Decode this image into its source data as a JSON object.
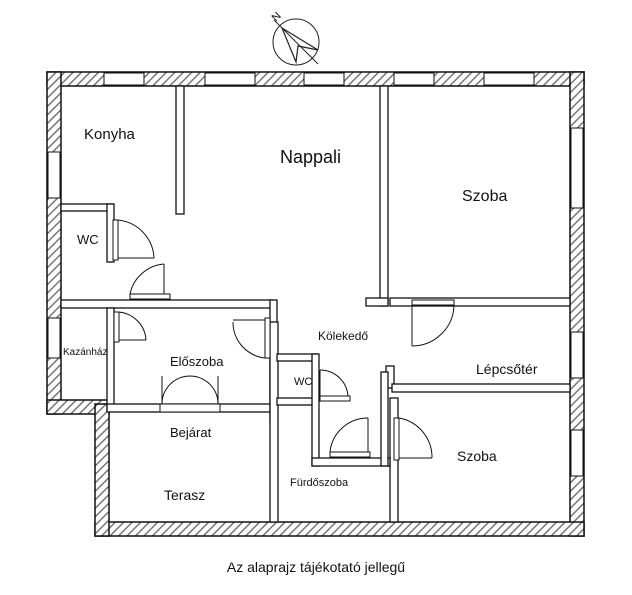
{
  "floor_plan": {
    "rooms": {
      "konyha": "Konyha",
      "nappali": "Nappali",
      "szoba_1": "Szoba",
      "wc_1": "WC",
      "kazanhaz": "Kazánház",
      "eloszoba": "Előszoba",
      "kolekedo": "Kölekedő",
      "wc_2": "WC",
      "lepcsoter": "Lépcsőtér",
      "bejarat": "Bejárat",
      "szoba_2": "Szoba",
      "terasz": "Terasz",
      "furdoszoba": "Fürdőszoba"
    },
    "north_arrow_icon": "north-arrow-icon",
    "colors": {
      "wall_hatch": "#777777",
      "line": "#111111",
      "background": "#ffffff"
    }
  },
  "caption": "Az alaprajz tájékotató jellegű"
}
